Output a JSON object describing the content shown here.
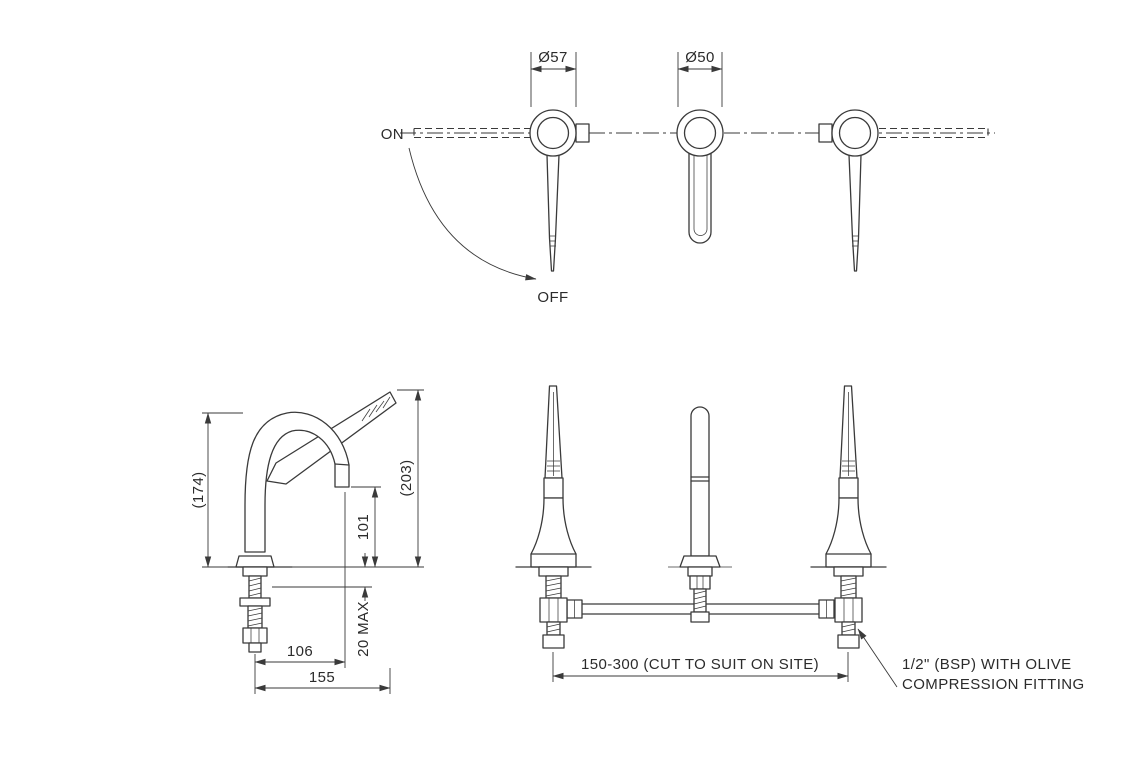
{
  "meta": {
    "background": "#ffffff",
    "line_color": "#3a3a3a"
  },
  "top_view": {
    "dim_handle_dia": "Ø57",
    "dim_spout_dia": "Ø50",
    "label_on": "ON",
    "label_off": "OFF"
  },
  "side_view": {
    "dim_body_height": "(174)",
    "dim_overall_height": "(203)",
    "dim_spout_clearance": "101",
    "dim_deck_thickness": "20 MAX",
    "dim_spout_reach": "106",
    "dim_overall_reach": "155"
  },
  "front_view": {
    "dim_hole_centres": "150-300 (CUT TO SUIT ON SITE)",
    "note_fitting_line1": "1/2\" (BSP) WITH OLIVE",
    "note_fitting_line2": "COMPRESSION FITTING"
  }
}
